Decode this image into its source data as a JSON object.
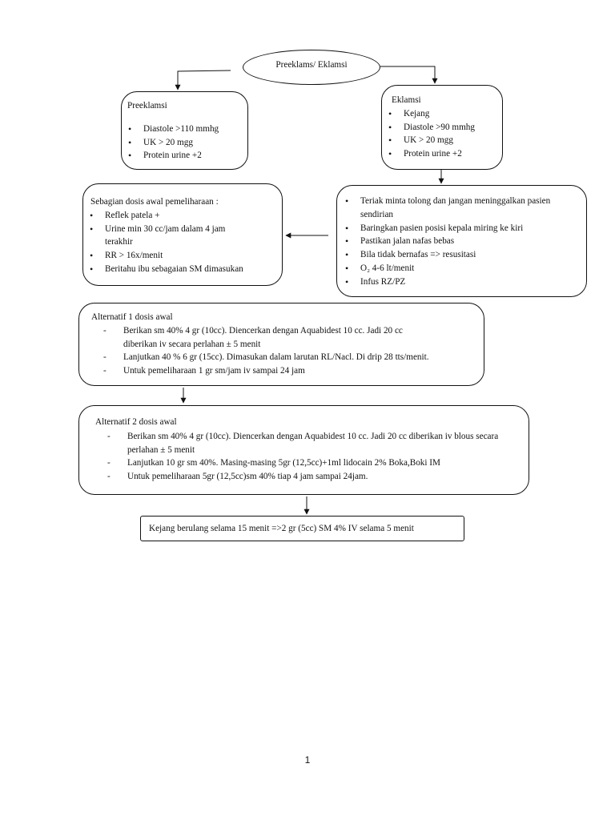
{
  "start": {
    "label": "Preeklams/ Eklamsi"
  },
  "preeklamsi": {
    "title": "Preeklamsi",
    "items": [
      "Diastole >110 mmhg",
      "UK > 20 mgg",
      "Protein urine +2"
    ]
  },
  "eklamsi": {
    "title": "Eklamsi",
    "items": [
      "Kejang",
      "Diastole >90 mmhg",
      "UK > 20 mgg",
      "Protein urine +2"
    ]
  },
  "pemeliharaan": {
    "title": "Sebagian dosis awal pemeliharaan :",
    "items": [
      "Reflek patela +",
      "Urine min 30 cc/jam dalam 4 jam terakhir",
      "RR > 16x/menit",
      "Beritahu ibu sebagaian SM dimasukan"
    ]
  },
  "tindakan": {
    "items": [
      "Teriak minta tolong dan jangan meninggalkan pasien sendirian",
      "Baringkan pasien posisi  kepala miring ke kiri",
      "Pastikan jalan nafas bebas",
      "Bila tidak bernafas => resusitasi",
      "O₂ 4-6 lt/menit",
      "Infus RZ/PZ"
    ]
  },
  "alternatif1": {
    "title": "Alternatif 1  dosis awal",
    "items": [
      "Berikan sm 40% 4 gr (10cc). Diencerkan dengan Aquabidest 10 cc. Jadi 20 cc diberikan iv secara perlahan ± 5 menit",
      "Lanjutkan 40 % 6 gr (15cc). Dimasukan dalam larutan RL/Nacl. Di drip 28 tts/menit.",
      "Untuk pemeliharaan 1 gr sm/jam iv sampai 24 jam"
    ]
  },
  "alternatif2": {
    "title": "Alternatif 2  dosis awal",
    "items": [
      "Berikan sm 40% 4 gr (10cc). Diencerkan dengan Aquabidest 10 cc. Jadi 20 cc diberikan iv blous secara perlahan ± 5 menit",
      "Lanjutkan 10 gr sm 40%. Masing-masing 5gr (12,5cc)+1ml lidocain 2% Boka,Boki IM",
      "Untuk pemeliharaan 5gr (12,5cc)sm 40% tiap 4 jam sampai 24jam."
    ]
  },
  "kejang": {
    "label": "Kejang berulang selama 15 menit =>2 gr (5cc) SM 4% IV  selama 5 menit"
  },
  "page": {
    "number": "1"
  },
  "colors": {
    "line": "#111111",
    "background": "#ffffff"
  }
}
